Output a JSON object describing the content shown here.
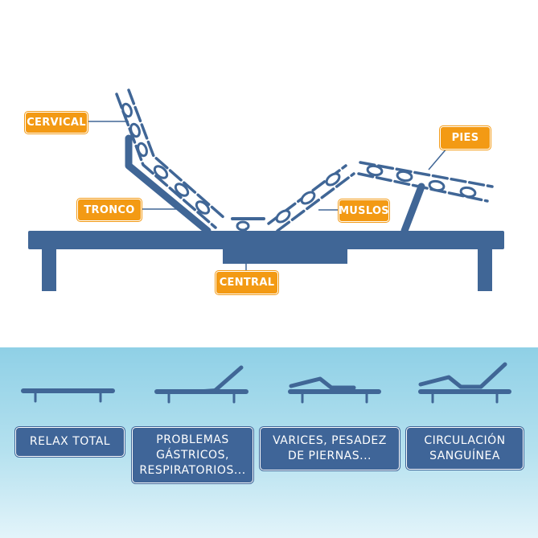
{
  "colors": {
    "bed_frame": "#406696",
    "label_orange": "#f39a14",
    "benefit_box": "#3f6598",
    "bottom_panel": "#8fd0e6"
  },
  "bed_parts": {
    "cervical": "CERVICAL",
    "tronco": "TRONCO",
    "central": "CENTRAL",
    "muslos": "MUSLOS",
    "pies": "PIES"
  },
  "positions": [
    {
      "icon": "flat-bed-icon",
      "label": "RELAX TOTAL"
    },
    {
      "icon": "raised-back-bed-icon",
      "label": "PROBLEMAS\nGÁSTRICOS,\nRESPIRATORIOS..."
    },
    {
      "icon": "raised-legs-bed-icon",
      "label": "VARICES, PESADEZ\nDE PIERNAS..."
    },
    {
      "icon": "raised-back-and-legs-bed-icon",
      "label": "CIRCULACIÓN\nSANGUÍNEA"
    }
  ]
}
